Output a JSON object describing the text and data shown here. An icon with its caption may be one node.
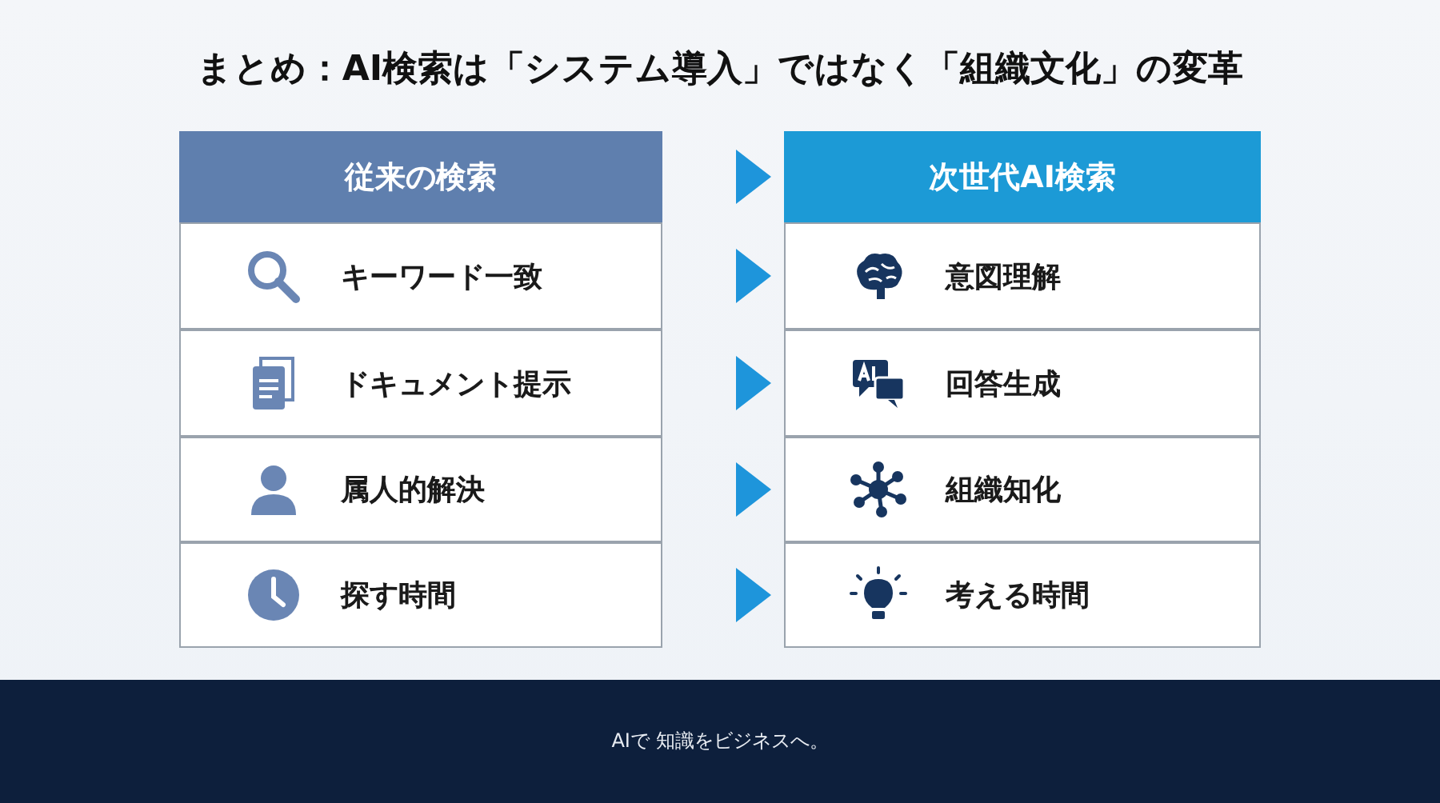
{
  "diagram": {
    "title": "まとめ：AI検索は「システム導入」ではなく「組織文化」の変革",
    "nodes": [
      {
        "text": [
          "従来の検索"
        ]
      },
      {
        "text": [
          "キーワード一致"
        ]
      },
      {
        "text": [
          "ドキュメント提示"
        ]
      },
      {
        "text": [
          "属人的解決"
        ]
      },
      {
        "text": [
          "探す時間"
        ]
      },
      {
        "text": [
          "次世代AI検索"
        ]
      },
      {
        "text": [
          "意図理解"
        ]
      },
      {
        "text": [
          "回答生成"
        ]
      },
      {
        "text": [
          "組織知化"
        ]
      },
      {
        "text": [
          "考える時間"
        ]
      }
    ],
    "edges": [
      {
        "from": 0,
        "to": 5,
        "arrow": "to"
      },
      {
        "from": 1,
        "to": 6,
        "arrow": "to"
      },
      {
        "from": 2,
        "to": 7,
        "arrow": "to"
      },
      {
        "from": 3,
        "to": 8,
        "arrow": "to"
      },
      {
        "from": 4,
        "to": 9,
        "arrow": "to"
      }
    ],
    "labels": [
      "AIで 知識をビジネスへ。"
    ]
  }
}
